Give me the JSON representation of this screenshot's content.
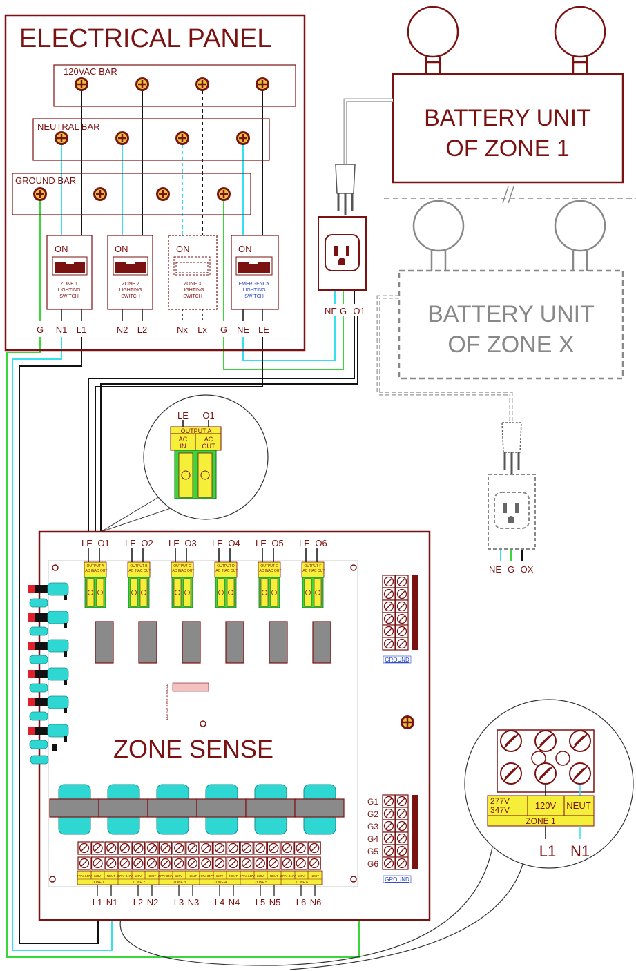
{
  "panel": {
    "title": "ELECTRICAL PANEL",
    "bar_120": "120VAC BAR",
    "bar_neutral": "NEUTRAL BAR",
    "bar_ground": "GROUND BAR",
    "on_label": "ON",
    "switches": [
      {
        "l1": "ZONE 1",
        "l2": "LIGHTING",
        "l3": "SWITCH"
      },
      {
        "l1": "ZONE 2",
        "l2": "LIGHTING",
        "l3": "SWITCH"
      },
      {
        "l1": "ZONE X",
        "l2": "LIGHTING",
        "l3": "SWITCH"
      },
      {
        "l1": "EMERGENCY",
        "l2": "LIGHTING",
        "l3": "SWITCH"
      }
    ],
    "terminals": [
      "G",
      "N1",
      "L1",
      "N2",
      "L2",
      "Nx",
      "Lx",
      "G",
      "NE",
      "LE"
    ]
  },
  "battery1": {
    "line1": "BATTERY UNIT",
    "line2": "OF ZONE 1"
  },
  "batteryx": {
    "line1": "BATTERY UNIT",
    "line2": "OF ZONE X"
  },
  "outlet1_terminals": [
    "NE",
    "G",
    "O1"
  ],
  "outletx_terminals": [
    "NE",
    "G",
    "OX"
  ],
  "zoom_output": {
    "top_labels": [
      "LE",
      "O1"
    ],
    "header": "OUTPUT A",
    "ac_in": [
      "AC",
      "IN"
    ],
    "ac_out": [
      "AC",
      "OUT"
    ]
  },
  "board": {
    "title": "ZONE SENSE",
    "outputs": [
      {
        "le": "LE",
        "o": "O1",
        "name": "OUTPUT A"
      },
      {
        "le": "LE",
        "o": "O2",
        "name": "OUTPUT B"
      },
      {
        "le": "LE",
        "o": "O3",
        "name": "OUTPUT C"
      },
      {
        "le": "LE",
        "o": "O4",
        "name": "OUTPUT D"
      },
      {
        "le": "LE",
        "o": "O5",
        "name": "OUTPUT E"
      },
      {
        "le": "LE",
        "o": "O6",
        "name": "OUTPUT F"
      }
    ],
    "ac_labels": [
      "AC",
      "IN",
      "AC",
      "OUT"
    ],
    "ground_label": "GROUND",
    "g_labels": [
      "G1",
      "G2",
      "G3",
      "G4",
      "G5",
      "G6"
    ],
    "jumper_label": "PROG0 = NO JUMPER",
    "zones": [
      {
        "name": "ZONE 1",
        "l": "L1",
        "n": "N1"
      },
      {
        "name": "ZONE 2",
        "l": "L2",
        "n": "N2"
      },
      {
        "name": "ZONE 3",
        "l": "L3",
        "n": "N3"
      },
      {
        "name": "ZONE 4",
        "l": "L4",
        "n": "N4"
      },
      {
        "name": "ZONE 5",
        "l": "L5",
        "n": "N5"
      },
      {
        "name": "ZONE 6",
        "l": "L6",
        "n": "N6"
      }
    ],
    "volt_labels": [
      "277V 347V",
      "120V",
      "NEUT"
    ]
  },
  "zoom_zone": {
    "v277a": "277V",
    "v277b": "347V",
    "v120": "120V",
    "neut": "NEUT",
    "zone": "ZONE 1",
    "l": "L1",
    "n": "N1"
  },
  "colors": {
    "maroon": "#7b1212",
    "cyan": "#33e1ef",
    "green": "#3ad63a",
    "black": "#111111",
    "yellow": "#f5ef3a",
    "gray": "#888888",
    "teal": "#2fd7d3",
    "relay": "#8a8a8a",
    "red": "#e0202a"
  }
}
